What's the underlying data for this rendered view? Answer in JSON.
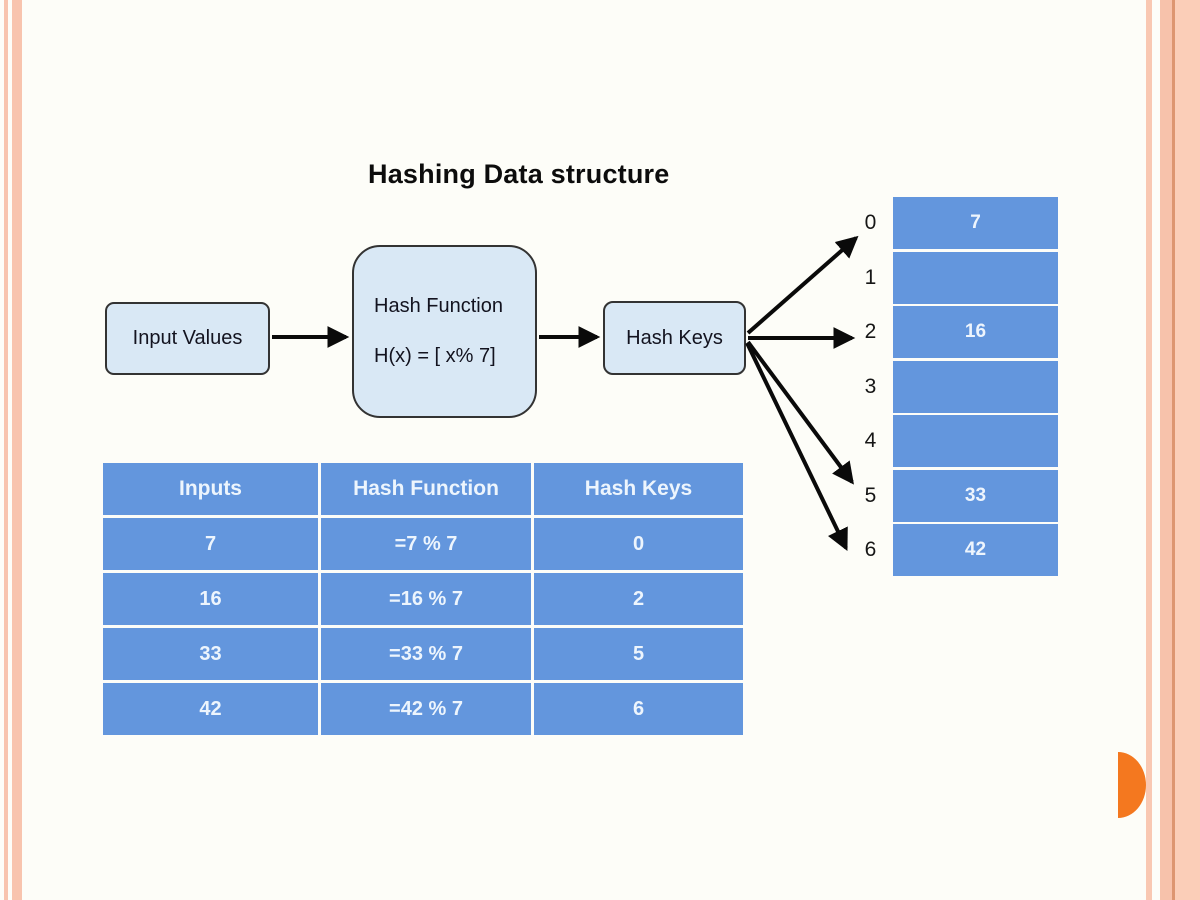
{
  "title": "Hashing Data structure",
  "flow": {
    "input_label": "Input Values",
    "hash_function_title": "Hash Function",
    "hash_function_formula": "H(x) = [ x% 7]",
    "hash_keys_label": "Hash Keys"
  },
  "bucket_array": {
    "indices": [
      "0",
      "1",
      "2",
      "3",
      "4",
      "5",
      "6"
    ],
    "values": [
      "7",
      "",
      "16",
      "",
      "",
      "33",
      "42"
    ],
    "arrow_targets": [
      "0",
      "2",
      "5",
      "6"
    ]
  },
  "mapping_table": {
    "headers": [
      "Inputs",
      "Hash Function",
      "Hash Keys"
    ],
    "rows": [
      [
        "7",
        "=7 % 7",
        "0"
      ],
      [
        "16",
        "=16 % 7",
        "2"
      ],
      [
        "33",
        "=33 % 7",
        "5"
      ],
      [
        "42",
        "=42 % 7",
        "6"
      ]
    ]
  },
  "colors": {
    "table_blue": "#6396dd",
    "box_fill": "#d9e8f5",
    "stripe_peach": "#f8c4ae",
    "accent_orange": "#f4781f"
  }
}
